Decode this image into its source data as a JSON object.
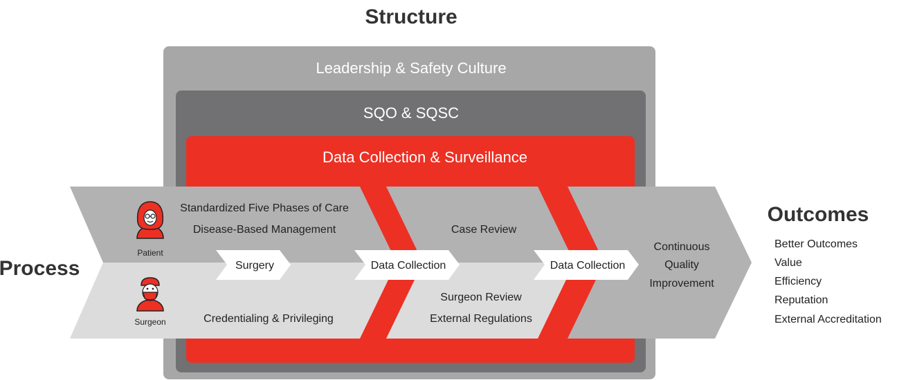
{
  "titles": {
    "structure": "Structure",
    "process": "Process",
    "outcomes": "Outcomes"
  },
  "structure_layers": {
    "outer": "Leadership & Safety Culture",
    "middle": "SQO & SQSC",
    "inner": "Data Collection & Surveillance"
  },
  "process": {
    "patient_label": "Patient",
    "surgeon_label": "Surgeon",
    "patient_line1": "Standardized Five Phases of Care",
    "patient_line2": "Disease-Based Management",
    "surgeon_text": "Credentialing & Privileging",
    "arrow1": "Surgery",
    "arrow2": "Data Collection",
    "arrow3": "Data Collection",
    "review_top": "Case Review",
    "review_bottom1": "Surgeon Review",
    "review_bottom2": "External Regulations",
    "final1": "Continuous",
    "final2": "Quality",
    "final3": "Improvement"
  },
  "outcomes_list": [
    "Better Outcomes",
    "Value",
    "Efficiency",
    "Reputation",
    "External Accreditation"
  ],
  "colors": {
    "outer_box": "#a8a7a8",
    "middle_box": "#717072",
    "red": "#ec3024",
    "chevron_dark": "#b3b2b3",
    "chevron_light": "#dcdcdc",
    "final_chevron": "#b3b2b3",
    "text_dark": "#222222"
  },
  "icons": [
    "patient-icon",
    "surgeon-icon"
  ]
}
